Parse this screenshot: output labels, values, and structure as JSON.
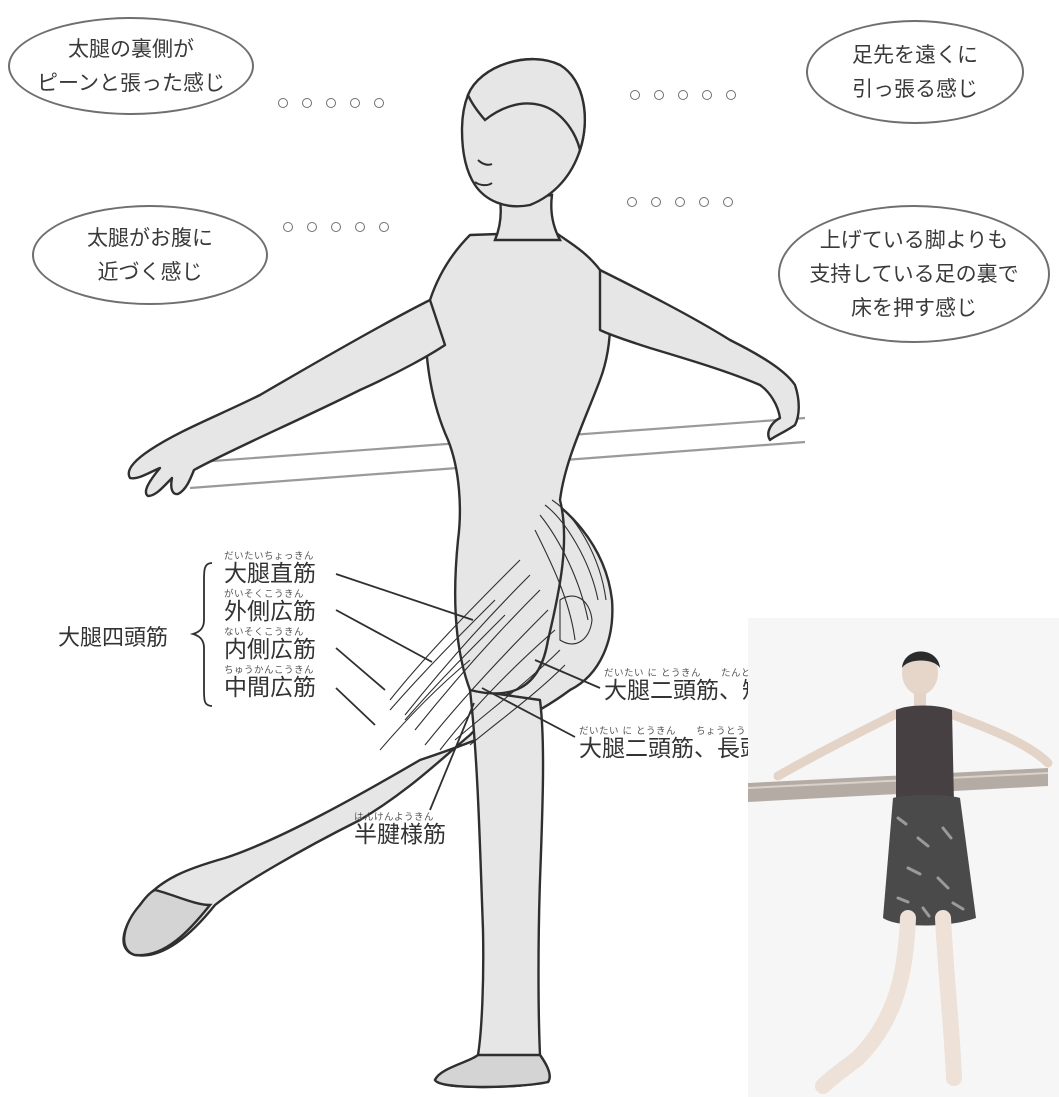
{
  "bubbles": {
    "top_left": {
      "line1": "太腿の裏側が",
      "line2": "ピーンと張った感じ"
    },
    "top_right": {
      "line1": "足先を遠くに",
      "line2": "引っ張る感じ"
    },
    "mid_left": {
      "line1": "太腿がお腹に",
      "line2": "近づく感じ"
    },
    "mid_right": {
      "line1": "上げている脚よりも",
      "line2": "支持している足の裏で",
      "line3": "床を押す感じ"
    }
  },
  "muscles": {
    "group_label": "大腿四頭筋",
    "rectus_femoris": {
      "reading": "だいたいちょっきん",
      "name": "大腿直筋"
    },
    "vastus_lateralis": {
      "reading": "がいそくこうきん",
      "name": "外側広筋"
    },
    "vastus_medialis": {
      "reading": "ないそくこうきん",
      "name": "内側広筋"
    },
    "vastus_intermedius": {
      "reading": "ちゅうかんこうきん",
      "name": "中間広筋"
    },
    "biceps_short": {
      "reading": "だいたい に とうきん　　たんとう",
      "name": "大腿二頭筋、短頭"
    },
    "biceps_long": {
      "reading": "だいたい に とうきん　　ちょうとう",
      "name": "大腿二頭筋、長頭"
    },
    "semitendinosus": {
      "reading": "はんけんようきん",
      "name": "半腱様筋"
    }
  },
  "colors": {
    "figure_fill": "#e6e6e6",
    "outline": "#2f2f2f",
    "bubble_border": "#6f6f6f"
  }
}
